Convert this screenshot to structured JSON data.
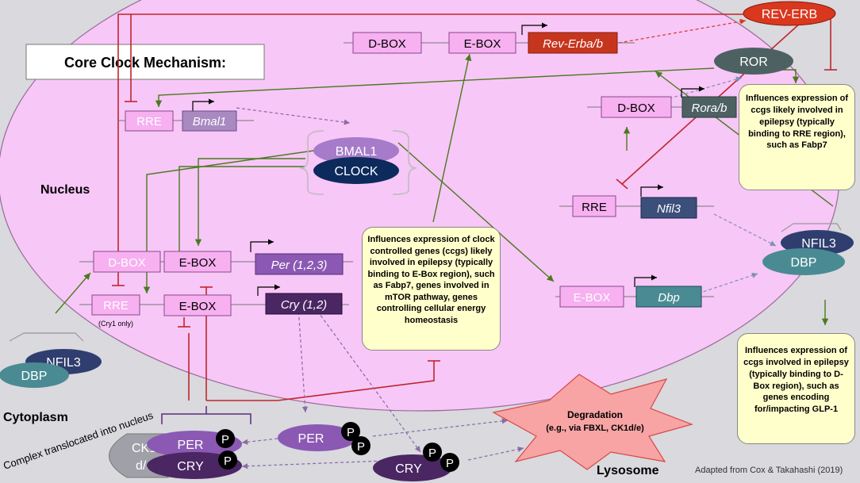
{
  "title": "Core Clock Mechanism:",
  "regions": {
    "nucleus": "Nucleus",
    "cytoplasm": "Cytoplasm",
    "lysosome": "Lysosome"
  },
  "credit": "Adapted from Cox & Takahashi (2019)",
  "boxes": {
    "dbox_top": "D-BOX",
    "ebox_top": "E-BOX",
    "rev_erba": "Rev-Erba/b",
    "rev_erb": "REV-ERB",
    "ror": "ROR",
    "dbox_rora": "D-BOX",
    "rora": "Rora/b",
    "rre_bmal": "RRE",
    "bmal1_gene": "Bmal1",
    "bmal1": "BMAL1",
    "clock": "CLOCK",
    "rre_nfil3": "RRE",
    "nfil3_gene": "Nfil3",
    "nfil3_r": "NFIL3",
    "dbp_r": "DBP",
    "dbox_per": "D-BOX",
    "ebox_per": "E-BOX",
    "per_gene": "Per (1,2,3)",
    "rre_cry": "RRE",
    "cry1_only": "(Cry1 only)",
    "ebox_cry": "E-BOX",
    "cry_gene": "Cry (1,2)",
    "ebox_dbp": "E-BOX",
    "dbp_gene": "Dbp",
    "nfil3_l": "NFIL3",
    "dbp_l": "DBP",
    "ck1": "CK1\nd/e",
    "per_complex": "PER",
    "cry_complex": "CRY",
    "per_free": "PER",
    "cry_free": "CRY",
    "p": "P"
  },
  "notes": {
    "center": "Influences expression of clock controlled genes (ccgs) likely involved in epilepsy (typically binding to E-Box region), such as Fabp7, genes involved in mTOR pathway, genes controlling cellular energy homeostasis",
    "right_top": "Influences expression of ccgs likely involved in epilepsy (typically binding to RRE region), such as Fabp7",
    "right_bottom": "Influences expression of ccgs involved in epilepsy (typically binding to D-Box region), such as genes encoding for/impacting GLP-1",
    "degradation_title": "Degradation",
    "degradation_sub": "(e.g., via FBXL, CK1d/e)",
    "complex_translocated": "Complex translocated into nucleus"
  },
  "colors": {
    "nucleus": "#f7c7f7",
    "promoter": "#f7b0f0",
    "rev_erb": "#d9381e",
    "ror": "#4d6163",
    "dbp": "#4a8b93",
    "nfil3": "#2f3e6e",
    "bmal1": "#a67bc9",
    "clock": "#0d2a5c",
    "per": "#8b59b3",
    "cry": "#4a2663",
    "note": "#ffffcc",
    "star": "#f8a4a4",
    "activate": "#4a7a1e",
    "repress": "#c0262b"
  }
}
